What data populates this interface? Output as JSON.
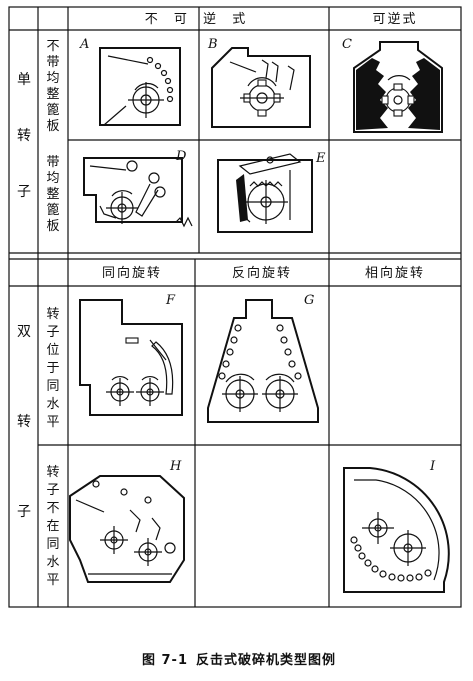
{
  "headers": {
    "irreversible": "不 可 逆 式",
    "reversible": "可逆式",
    "same_direction": "同向旋转",
    "opposite": "反向旋转",
    "counter": "相向旋转"
  },
  "sections": {
    "single_rotor": [
      "单",
      "转",
      "子"
    ],
    "double_rotor": [
      "双",
      "转",
      "子"
    ]
  },
  "subrows": {
    "no_grate": [
      "不",
      "带",
      "均",
      "整",
      "篦",
      "板"
    ],
    "with_grate": [
      "带",
      "均",
      "整",
      "篦",
      "板"
    ],
    "same_level": [
      "转",
      "子",
      "位",
      "于",
      "同",
      "水",
      "平"
    ],
    "not_same_level": [
      "转",
      "子",
      "不",
      "在",
      "同",
      "水",
      "平"
    ]
  },
  "labels": {
    "A": "A",
    "B": "B",
    "C": "C",
    "D": "D",
    "E": "E",
    "F": "F",
    "G": "G",
    "H": "H",
    "I": "I"
  },
  "caption": {
    "number": "图 7-1",
    "title": "反击式破碎机类型图例"
  }
}
